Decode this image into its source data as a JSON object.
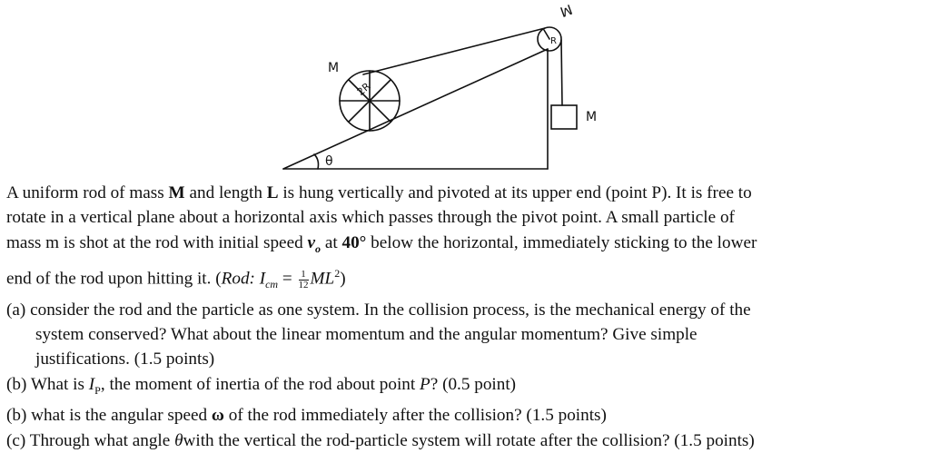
{
  "diagram": {
    "labels": {
      "pulley_mass": "M",
      "pulley_radius": "R",
      "wheel_mass": "M",
      "wheel_radius": "2R",
      "block_mass": "M",
      "angle": "θ"
    }
  },
  "problem": {
    "l1_a": "A uniform rod of mass ",
    "l1_M": "M",
    "l1_b": " and length ",
    "l1_L": "L",
    "l1_c": " is hung vertically and pivoted at its upper end (point P). It is free to",
    "l2": "rotate in a vertical plane about a horizontal axis which passes through the pivot point. A small particle of",
    "l3_a": "mass m is shot at the rod with initial speed ",
    "l3_v": "v",
    "l3_vsub": "o",
    "l3_b": " at ",
    "l3_angle": "40°",
    "l3_c": " below the horizontal, immediately sticking to the lower",
    "l4_a": "end of the rod upon hitting it. (",
    "l4_rod": "Rod: I",
    "l4_cm": "cm",
    "l4_eq": " = ",
    "l4_num": "1",
    "l4_den": "12",
    "l4_ml": "ML",
    "l4_sq": "2",
    "l4_close": ")",
    "a1": "(a) consider the rod and the particle as one system. In the collision process, is the mechanical energy of the",
    "a2": "system conserved? What about the linear momentum and the angular momentum? Give simple",
    "a3": "justifications. (1.5 points)",
    "b1_a": "(b) What is ",
    "b1_I": "I",
    "b1_P": "P",
    "b1_b": ", the moment of inertia of the rod about point ",
    "b1_pt": "P",
    "b1_c": "? (0.5 point)",
    "b2_a": "(b) what is the angular speed ",
    "b2_w": "ω",
    "b2_b": " of the rod immediately after the collision? (1.5 points)",
    "c1_a": "(c) Through what angle ",
    "c1_theta": "θ",
    "c1_b": "with the vertical the rod-particle system will rotate after the collision? (1.5 points)"
  }
}
